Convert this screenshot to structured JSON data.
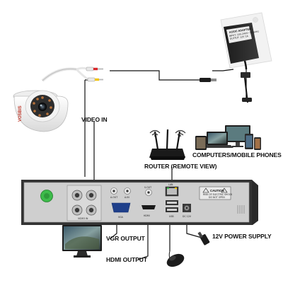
{
  "camera": {
    "brand": "VOSBIS"
  },
  "adapter": {
    "brand": "AC/DC ADAPTER",
    "spec_lines": [
      "INPUT: 100-240V~50/60Hz",
      "OUTPUT: 12V 1A"
    ]
  },
  "labels": {
    "video_in": "VIDEO IN",
    "router": "ROUTER (REMOTE VIEW)",
    "computers": "COMPUTERS/MOBILE PHONES",
    "vgr_output": "VGR OUTPUT",
    "hdmi_output": "HDMI OUTPUT",
    "power_supply": "12V POWER SUPPLY"
  },
  "dvr_panel": {
    "port_labels": {
      "video_in": "VIDEO IN",
      "audio_out": "A-OUT",
      "audio_in": "A-IN",
      "vout": "V-OUT",
      "vga": "VGA",
      "hdmi": "HDMI",
      "lan": "LAN",
      "usb": "USB",
      "dc": "DC 12V"
    },
    "caution": {
      "title": "CAUTION",
      "line1": "RISK OF ELECTRIC SHOCK",
      "line2": "DO NOT OPEN"
    }
  },
  "colors": {
    "cable": "#111111",
    "dvr_body": "#2a2a2a",
    "dvr_panel": "#cfcfcf",
    "ground_button": "#3dbb4a",
    "rca_red": "#d8262a",
    "rca_yellow": "#f1c40f"
  }
}
